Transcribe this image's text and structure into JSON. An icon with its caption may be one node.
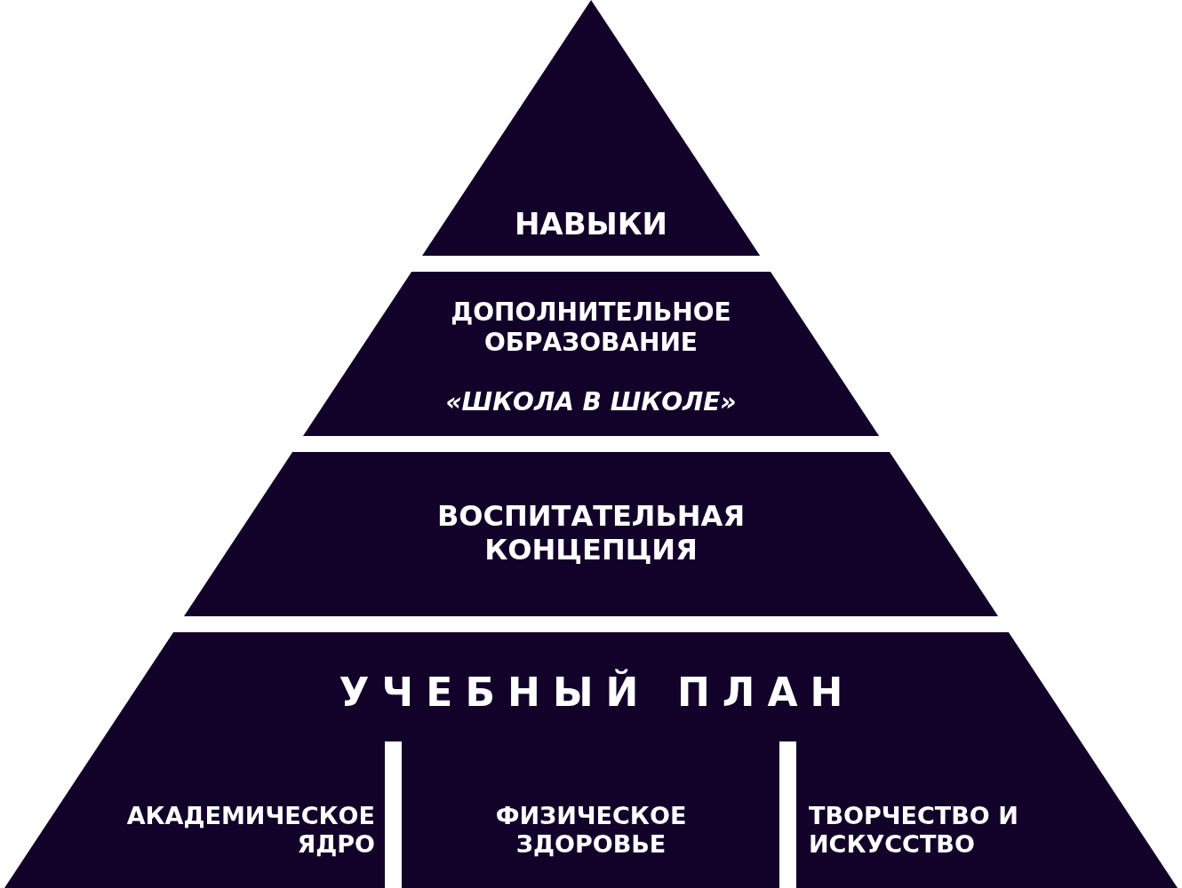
{
  "diagram": {
    "nodes": [
      {
        "text": [
          "НАВЫКИ"
        ]
      },
      {
        "text": [
          "ДОПОЛНИТЕЛЬНОЕ ОБРАЗОВАНИЕ",
          "«ШКОЛА В ШКОЛЕ»"
        ]
      },
      {
        "text": [
          "ВОСПИТАТЕЛЬНАЯ КОНЦЕПЦИЯ"
        ]
      },
      {
        "text": [
          "УЧЕБНЫЙ ПЛАН"
        ]
      },
      {
        "text": [
          "АКАДЕМИЧЕСКОЕ ЯДРО"
        ],
        "in": 3
      },
      {
        "text": [
          "ФИЗИЧЕСКОЕ ЗДОРОВЬЕ"
        ],
        "in": 3
      },
      {
        "text": [
          "ТВОРЧЕСТВО И ИСКУССТВО"
        ],
        "in": 3
      }
    ]
  }
}
